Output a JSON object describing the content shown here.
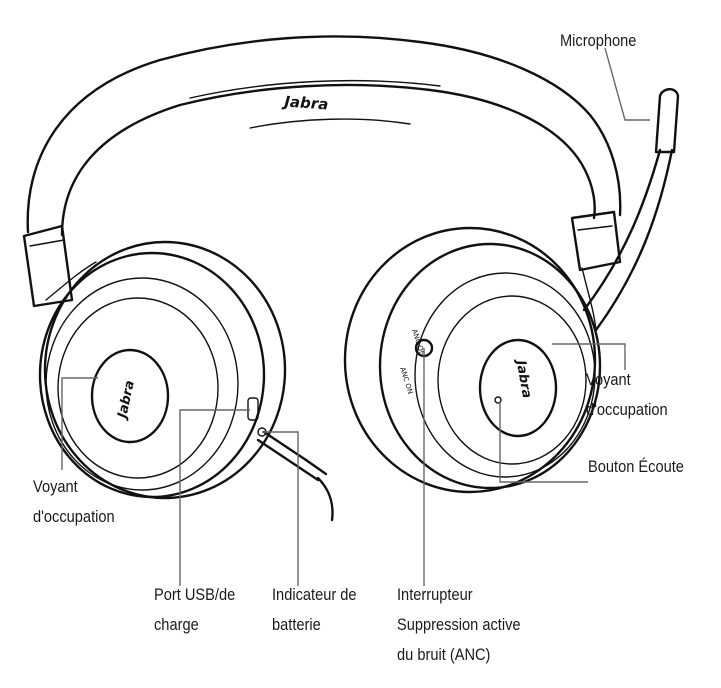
{
  "brand": "Jabra",
  "controls": {
    "anc_on": "ANC ON",
    "anc_off": "ANC OFF"
  },
  "labels": {
    "microphone": "Microphone",
    "busy_right": [
      "Voyant",
      "d'occupation"
    ],
    "listen_button": "Bouton Écoute",
    "busy_left": [
      "Voyant",
      "d'occupation"
    ],
    "usb_port": [
      "Port USB/de",
      "charge"
    ],
    "battery": [
      "Indicateur de",
      "batterie"
    ],
    "anc_switch": [
      "Interrupteur",
      "Suppression active",
      "du bruit (ANC)"
    ]
  },
  "colors": {
    "line": "#111111",
    "leader": "#666666",
    "background": "#ffffff"
  }
}
